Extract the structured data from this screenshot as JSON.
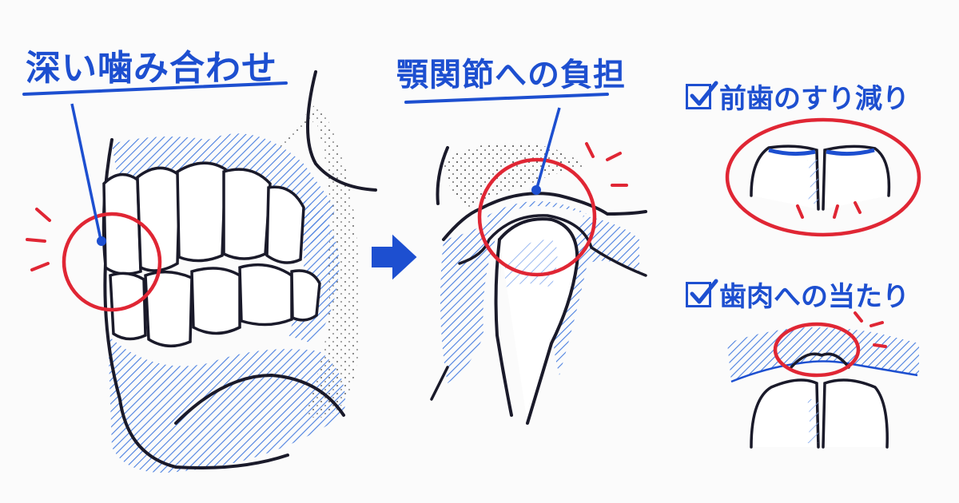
{
  "labels": {
    "deep_bite": "深い噛み合わせ",
    "tmj_load": "顎関節への負担",
    "front_teeth_wear": "前歯のすり減り",
    "gum_contact": "歯肉への当たり"
  },
  "icons": {
    "arrow": "right-arrow-icon",
    "check": "checkbox-checked-icon"
  },
  "colors": {
    "ink_blue": "#1d4fd0",
    "hatch_blue": "#4a7fe0",
    "highlight_red": "#e02634",
    "outline": "#1a1a2a"
  }
}
